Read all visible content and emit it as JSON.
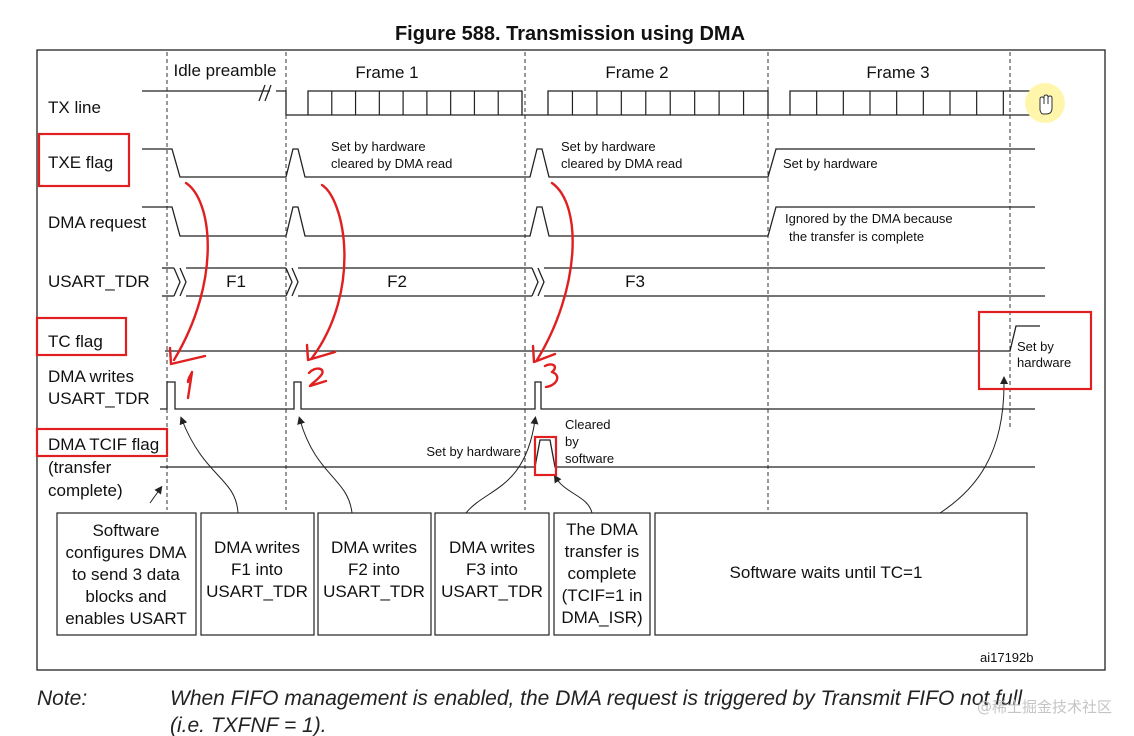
{
  "figure_title": "Figure 588. Transmission using DMA",
  "phases": {
    "idle": "Idle preamble",
    "frame1": "Frame 1",
    "frame2": "Frame 2",
    "frame3": "Frame 3"
  },
  "signals": {
    "tx_line": "TX line",
    "txe_flag": "TXE flag",
    "dma_request": "DMA request",
    "usart_tdr": "USART_TDR",
    "tc_flag": "TC flag",
    "dma_writes_1": "DMA writes",
    "dma_writes_2": "USART_TDR",
    "tcif_1": "DMA TCIF flag",
    "tcif_2": "(transfer",
    "tcif_3": "complete)"
  },
  "tdr_values": {
    "f1": "F1",
    "f2": "F2",
    "f3": "F3"
  },
  "annotations": {
    "txe_f1_1": "Set by hardware",
    "txe_f1_2": "cleared by DMA read",
    "txe_f2_1": "Set by hardware",
    "txe_f2_2": "cleared by DMA read",
    "txe_f3": "Set by hardware",
    "dma_ignored_1": "Ignored by the DMA because",
    "dma_ignored_2": "the transfer is complete",
    "tc_set_1": "Set by",
    "tc_set_2": "hardware",
    "tcif_set": "Set by hardware",
    "tcif_cleared_1": "Cleared",
    "tcif_cleared_2": "by",
    "tcif_cleared_3": "software"
  },
  "boxes": [
    {
      "lines": [
        "Software",
        "configures DMA",
        "to send 3 data",
        "blocks and",
        "enables USART"
      ]
    },
    {
      "lines": [
        "DMA writes",
        "F1 into",
        "USART_TDR"
      ]
    },
    {
      "lines": [
        "DMA writes",
        "F2 into",
        "USART_TDR"
      ]
    },
    {
      "lines": [
        "DMA writes",
        "F3 into",
        "USART_TDR"
      ]
    },
    {
      "lines": [
        "The DMA",
        "transfer is",
        "complete",
        "(TCIF=1 in",
        "DMA_ISR)"
      ]
    },
    {
      "lines": [
        "Software waits until TC=1"
      ]
    }
  ],
  "handwritten_marks": [
    "1",
    "2",
    "3"
  ],
  "figure_id": "ai17192b",
  "note": {
    "label": "Note:",
    "line1": "When FIFO management is enabled, the DMA request is triggered by Transmit FIFO not full",
    "line2": "(i.e. TXFNF = 1)."
  },
  "watermark": "@稀土掘金技术社区",
  "colors": {
    "annotation_red": "#e02020",
    "cursor_halo": "#fff59d"
  },
  "icons": [
    "hand-cursor-icon"
  ]
}
